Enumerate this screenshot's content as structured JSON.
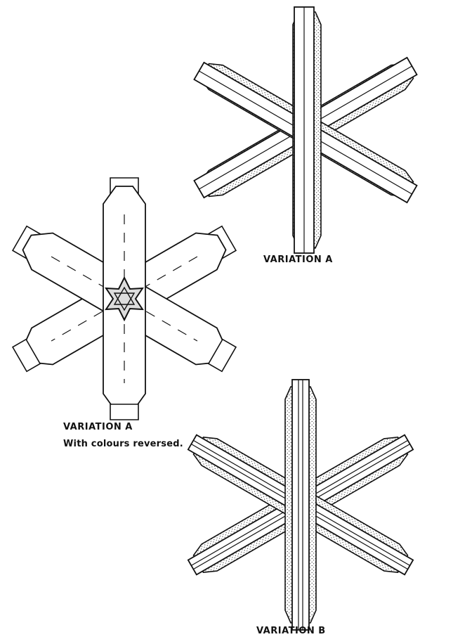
{
  "captions": {
    "top_right": "VARIATION A",
    "left": "VARIATION A",
    "left_note": "With colours reversed.",
    "bottom": "VARIATION B"
  },
  "colors": {
    "ink": "#111111",
    "paper": "#ffffff"
  }
}
